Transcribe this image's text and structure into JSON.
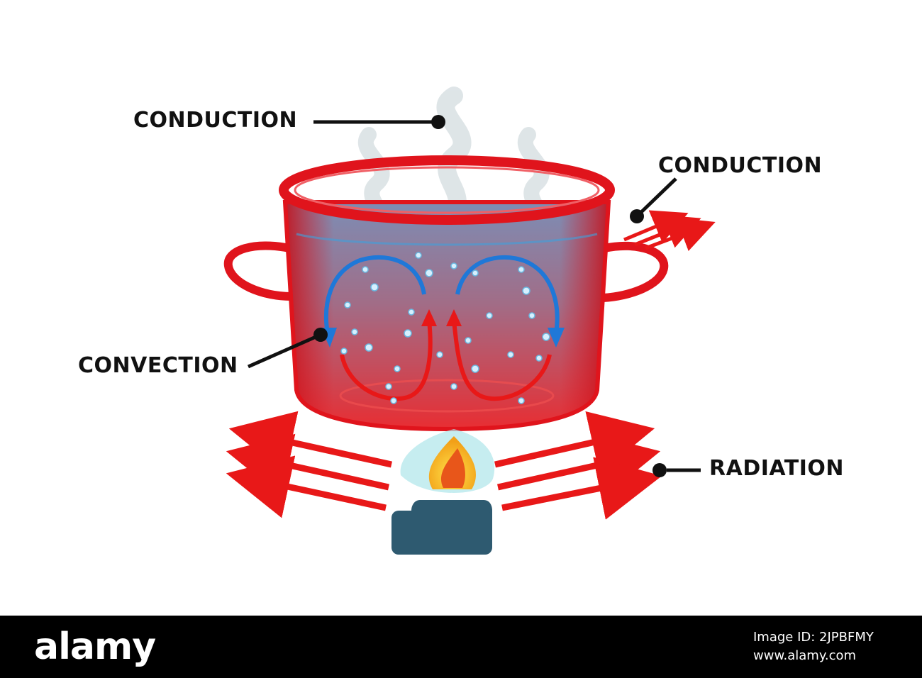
{
  "labels": {
    "conduction_top": "CONDUCTION",
    "conduction_right": "CONDUCTION",
    "convection": "CONVECTION",
    "radiation": "RADIATION"
  },
  "watermark": {
    "brand": "alamy",
    "image_id": "Image ID: 2JPBFMY",
    "site": "www.alamy.com"
  },
  "colors": {
    "pot_red": "#e8141c",
    "water_top": "#5ab4e6",
    "water_bottom": "#e83a3a",
    "cold_arrow": "#1f78d8",
    "hot_arrow": "#e81818",
    "burner": "#2e5a70",
    "flame_outer": "#f2c018",
    "flame_inner": "#e8561a",
    "steam": "#c9d4d8"
  },
  "icons": [
    "steam-icon",
    "pot-icon",
    "flame-icon",
    "burner-icon",
    "bubble-icon",
    "arrow-icon"
  ]
}
